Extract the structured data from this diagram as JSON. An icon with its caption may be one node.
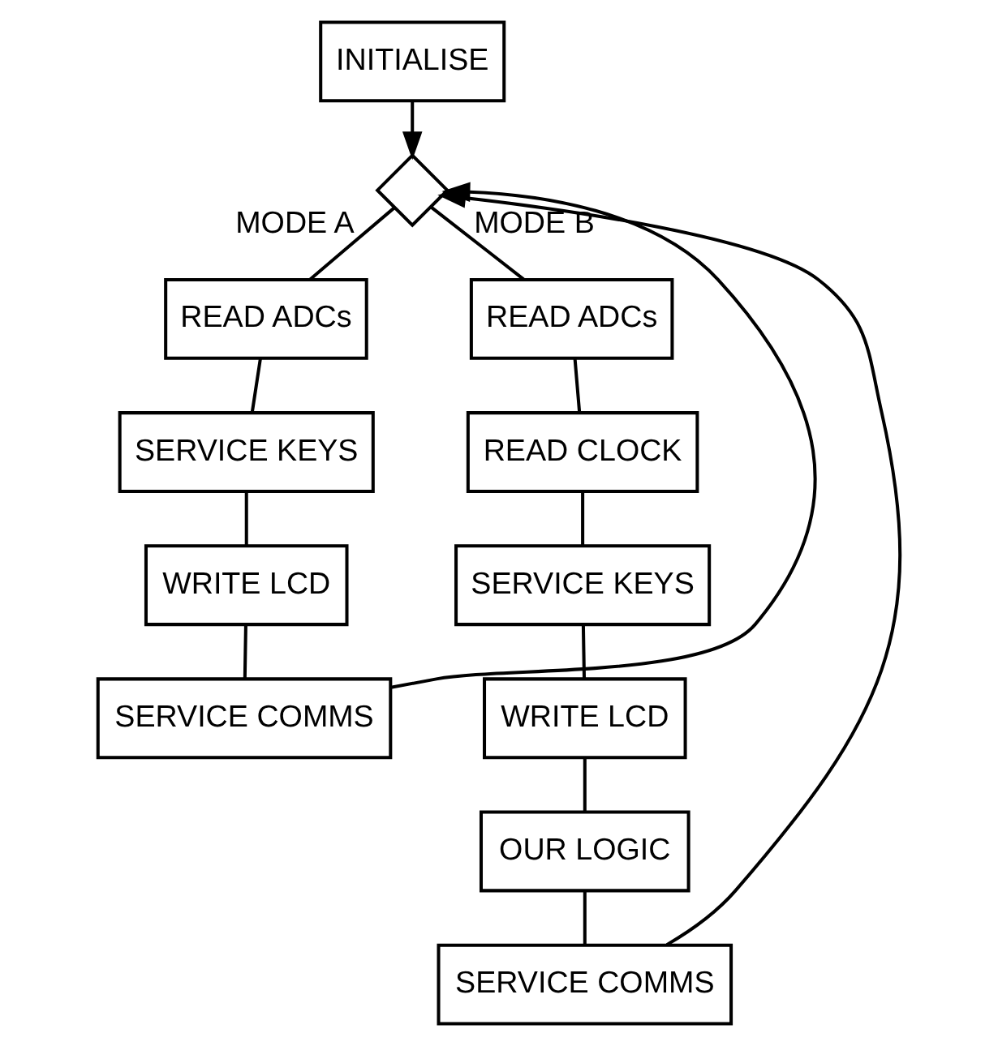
{
  "diagram": {
    "nodes": [
      {
        "text": [
          "INITIALISE"
        ]
      },
      {
        "text": [],
        "shape": "diamond"
      },
      {
        "text": [
          "READ ADCs"
        ]
      },
      {
        "text": [
          "SERVICE KEYS"
        ]
      },
      {
        "text": [
          "WRITE LCD"
        ]
      },
      {
        "text": [
          "SERVICE COMMS"
        ]
      },
      {
        "text": [
          "READ ADCs"
        ]
      },
      {
        "text": [
          "READ CLOCK"
        ]
      },
      {
        "text": [
          "SERVICE KEYS"
        ]
      },
      {
        "text": [
          "WRITE LCD"
        ]
      },
      {
        "text": [
          "OUR LOGIC"
        ]
      },
      {
        "text": [
          "SERVICE COMMS"
        ]
      }
    ],
    "edges": [
      {
        "from": 0,
        "to": 1,
        "arrow": "to"
      },
      {
        "from": 1,
        "to": 2,
        "arrow": "none",
        "label": "MODE A"
      },
      {
        "from": 1,
        "to": 6,
        "arrow": "none",
        "label": "MODE B"
      },
      {
        "from": 2,
        "to": 3,
        "arrow": "none"
      },
      {
        "from": 3,
        "to": 4,
        "arrow": "none"
      },
      {
        "from": 4,
        "to": 5,
        "arrow": "none"
      },
      {
        "from": 6,
        "to": 7,
        "arrow": "none"
      },
      {
        "from": 7,
        "to": 8,
        "arrow": "none"
      },
      {
        "from": 8,
        "to": 9,
        "arrow": "none"
      },
      {
        "from": 9,
        "to": 10,
        "arrow": "none"
      },
      {
        "from": 10,
        "to": 11,
        "arrow": "none"
      },
      {
        "from": 5,
        "to": 1,
        "arrow": "to"
      },
      {
        "from": 11,
        "to": 1,
        "arrow": "to"
      }
    ]
  }
}
